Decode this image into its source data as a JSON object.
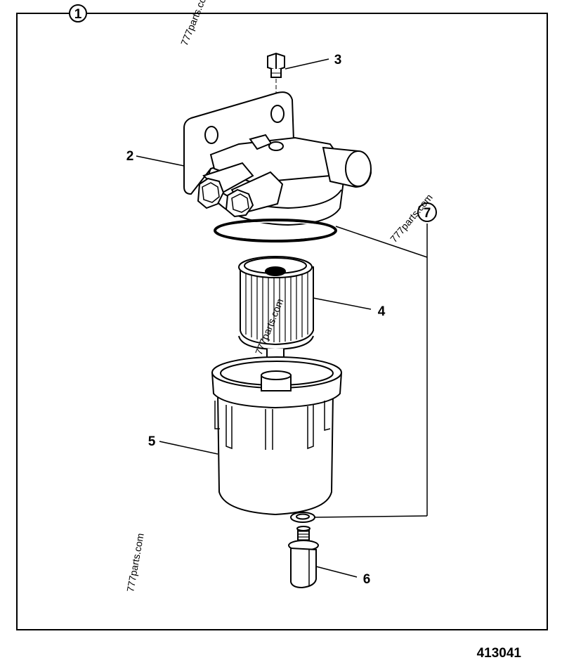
{
  "callouts": {
    "c1": "1",
    "c2": "2",
    "c3": "3",
    "c4": "4",
    "c5": "5",
    "c6": "6",
    "c7": "7"
  },
  "watermark": {
    "text": "777parts.com"
  },
  "reference_number": "413041"
}
